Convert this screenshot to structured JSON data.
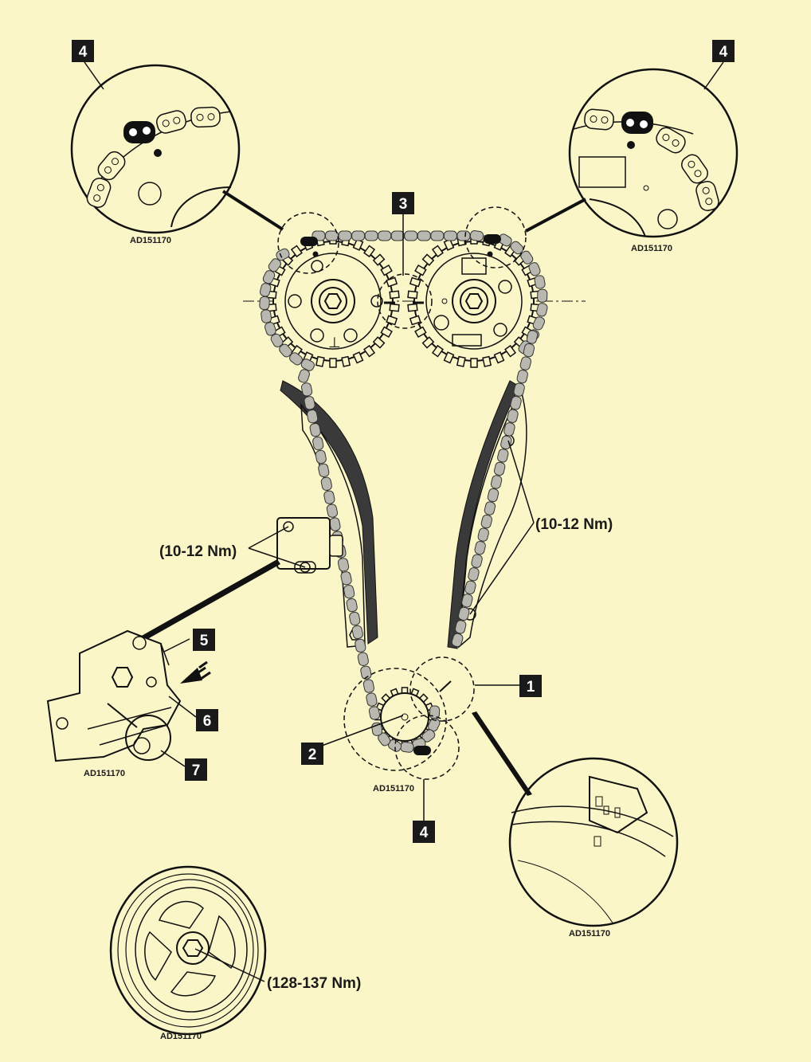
{
  "callouts": {
    "c1": "1",
    "c2": "2",
    "c3": "3",
    "c4_top_left": "4",
    "c4_top_right": "4",
    "c4_bottom": "4",
    "c5": "5",
    "c6": "6",
    "c7": "7"
  },
  "torque": {
    "tensioner_bolts": "(10-12 Nm)",
    "guide_bolts": "(10-12 Nm)",
    "crank_pulley_bolt": "(128-137 Nm)"
  },
  "reference_codes": {
    "detail_top_left": "AD151170",
    "detail_top_right": "AD151170",
    "tensioner_detail": "AD151170",
    "crank_sprocket": "AD151170",
    "crank_mark_detail": "AD151170",
    "crank_pulley": "AD151170"
  },
  "colors": {
    "background": "#faf6c8",
    "line": "#111111",
    "chain_link": "#b8b8b0",
    "guide": "#3a3a3a",
    "badge": "#1a1a1a"
  },
  "icons": {
    "push_direction": "arrow-icon",
    "cam_bolt": "hex-bolt-icon"
  }
}
